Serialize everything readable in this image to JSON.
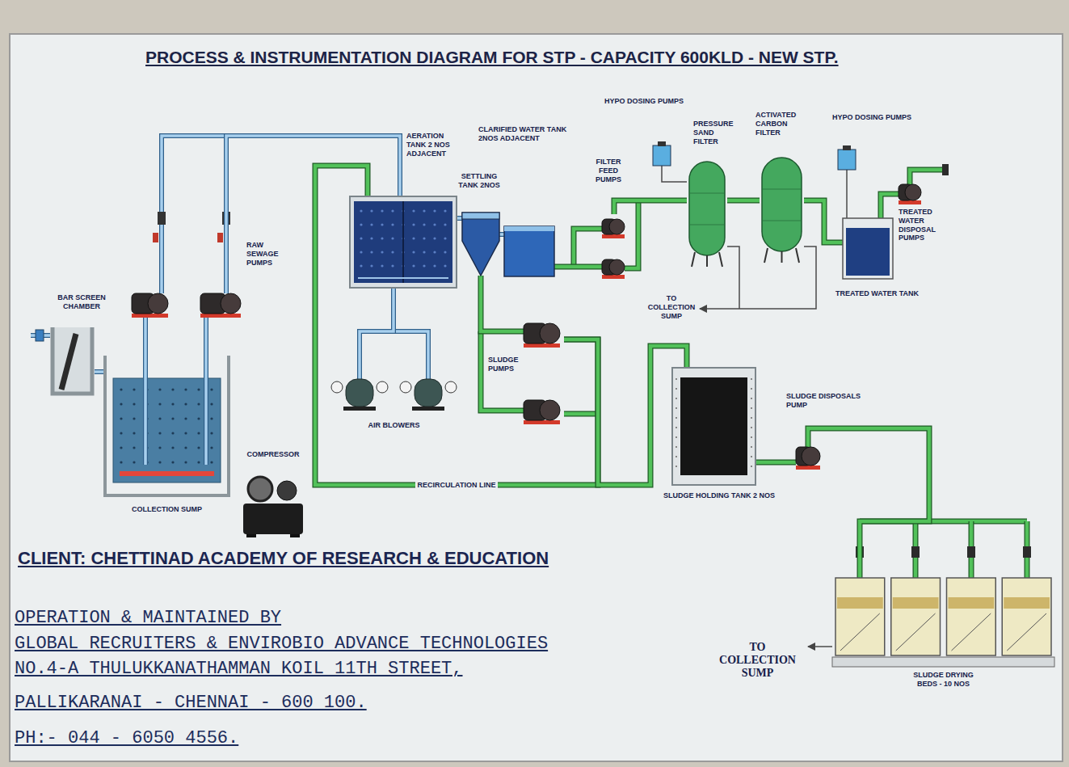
{
  "diagram": {
    "title": "PROCESS & INSTRUMENTATION DIAGRAM FOR STP - CAPACITY 600KLD - NEW STP.",
    "nodes": [
      {
        "text": [
          "BAR SCREEN CHAMBER"
        ]
      },
      {
        "text": [
          "RAW SEWAGE PUMPS"
        ]
      },
      {
        "text": [
          "COLLECTION SUMP"
        ]
      },
      {
        "text": [
          "COMPRESSOR"
        ]
      },
      {
        "text": [
          "AERATION TANK 2 NOS ADJACENT"
        ]
      },
      {
        "text": [
          "SETTLING TANK 2NOS"
        ]
      },
      {
        "text": [
          "CLARIFIED WATER TANK 2NOS ADJACENT"
        ]
      },
      {
        "text": [
          "AIR BLOWERS"
        ]
      },
      {
        "text": [
          "SLUDGE PUMPS"
        ]
      },
      {
        "text": [
          "HYPO DOSING PUMPS"
        ]
      },
      {
        "text": [
          "FILTER FEED PUMPS"
        ]
      },
      {
        "text": [
          "PRESSURE SAND FILTER"
        ]
      },
      {
        "text": [
          "ACTIVATED CARBON FILTER"
        ]
      },
      {
        "text": [
          "HYPO DOSING PUMPS"
        ]
      },
      {
        "text": [
          "TREATED WATER DISPOSAL PUMPS"
        ]
      },
      {
        "text": [
          "TREATED WATER TANK"
        ]
      },
      {
        "text": [
          "SLUDGE HOLDING TANK 2 NOS"
        ]
      },
      {
        "text": [
          "SLUDGE DISPOSALS PUMP"
        ]
      },
      {
        "text": [
          "SLUDGE DRYING BEDS - 10 NOS"
        ]
      }
    ],
    "edges": [
      {
        "from": 0,
        "to": 2,
        "arrow": "none"
      },
      {
        "from": 2,
        "to": 1,
        "arrow": "none"
      },
      {
        "from": 1,
        "to": 4,
        "arrow": "none"
      },
      {
        "from": 7,
        "to": 4,
        "arrow": "none"
      },
      {
        "from": 4,
        "to": 5,
        "arrow": "none"
      },
      {
        "from": 5,
        "to": 6,
        "arrow": "none"
      },
      {
        "from": 6,
        "to": 10,
        "arrow": "none"
      },
      {
        "from": 10,
        "to": 11,
        "arrow": "none"
      },
      {
        "from": 11,
        "to": 12,
        "arrow": "none"
      },
      {
        "from": 12,
        "to": 15,
        "arrow": "none"
      },
      {
        "from": 15,
        "to": 14,
        "arrow": "none"
      },
      {
        "from": 5,
        "to": 8,
        "arrow": "none"
      },
      {
        "from": 8,
        "to": 4,
        "label": "RECIRCULATION LINE",
        "arrow": "none"
      },
      {
        "from": 8,
        "to": 16,
        "arrow": "none"
      },
      {
        "from": 16,
        "to": 17,
        "arrow": "none"
      },
      {
        "from": 17,
        "to": 18,
        "arrow": "none"
      },
      {
        "from": 9,
        "to": 11,
        "arrow": "none"
      },
      {
        "from": 13,
        "to": 15,
        "arrow": "none"
      }
    ],
    "labels": [
      "TO COLLECTION SUMP",
      "TO COLLECTION SUMP",
      "CLIENT: CHETTINAD ACADEMY OF RESEARCH & EDUCATION",
      "OPERATION & MAINTAINED BY",
      "GLOBAL RECRUITERS & ENVIROBIO ADVANCE TECHNOLOGIES",
      "NO.4-A THULUKKANATHAMMAN KOIL 11TH STREET,",
      "PALLIKARANAI - CHENNAI - 600 100.",
      "PH:- 044 - 6050 4556."
    ]
  }
}
